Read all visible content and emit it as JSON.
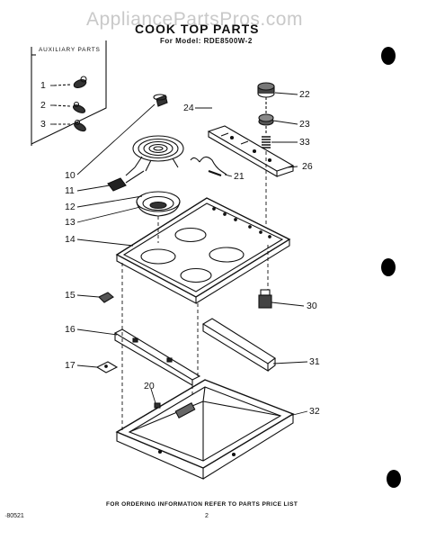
{
  "watermark": "AppliancePartsPros.com",
  "title": "COOK TOP PARTS",
  "model_line": "For Model: RDE8500W-2",
  "auxiliary_label": "AUXILIARY PARTS",
  "footer": "FOR ORDERING INFORMATION REFER TO PARTS PRICE LIST",
  "page_code": "·80521",
  "page_number": "2",
  "callouts": [
    "1",
    "2",
    "3",
    "10",
    "11",
    "12",
    "13",
    "14",
    "15",
    "16",
    "17",
    "20",
    "21",
    "22",
    "23",
    "24",
    "26",
    "30",
    "31",
    "32",
    "33"
  ]
}
